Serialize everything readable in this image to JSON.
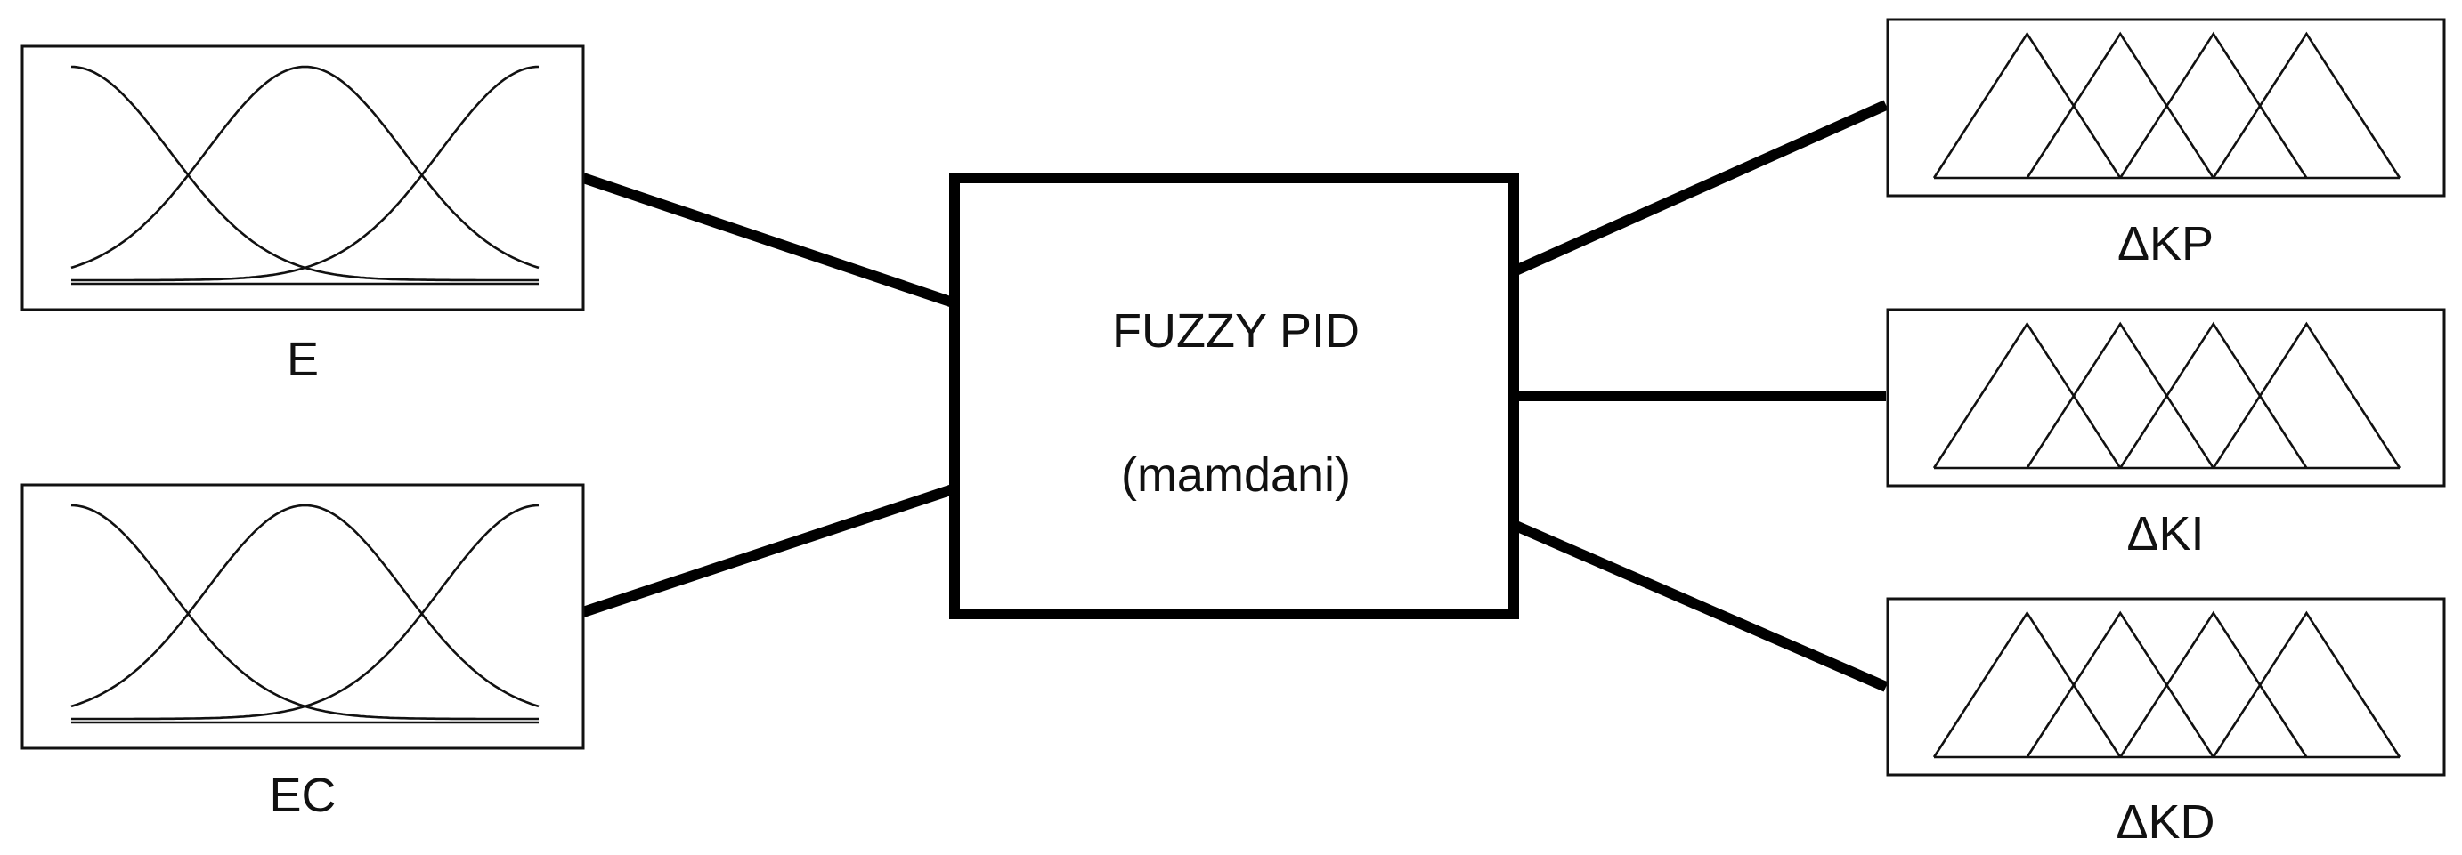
{
  "controller": {
    "title": "FUZZY PID",
    "subtitle": "(mamdani)"
  },
  "inputs": [
    {
      "id": "e",
      "label": "E",
      "membership": "gaussian",
      "sets": 3
    },
    {
      "id": "ec",
      "label": "EC",
      "membership": "gaussian",
      "sets": 3
    }
  ],
  "outputs": [
    {
      "id": "dkp",
      "label": "ΔKP",
      "membership": "triangular",
      "sets": 4
    },
    {
      "id": "dki",
      "label": "ΔKI",
      "membership": "triangular",
      "sets": 4
    },
    {
      "id": "dkd",
      "label": "ΔKD",
      "membership": "triangular",
      "sets": 4
    }
  ],
  "colors": {
    "stroke": "#000000",
    "background": "#ffffff"
  }
}
